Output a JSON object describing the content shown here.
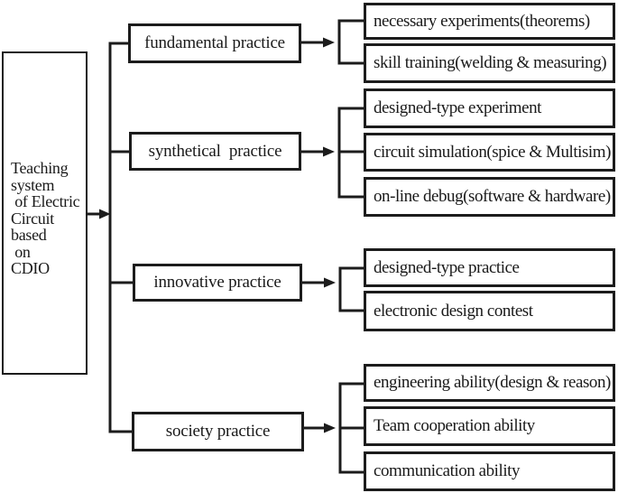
{
  "colors": {
    "line": "#1c1c1c",
    "text": "#1a1a1a",
    "background": "#ffffff",
    "box_fill": "#ffffff"
  },
  "root": {
    "label": "Teaching\nsystem\n of Electric\nCircuit\nbased\n on\nCDIO"
  },
  "groups": [
    {
      "label": "fundamental practice",
      "children": [
        "necessary experiments(theorems)",
        "skill training(welding & measuring)"
      ]
    },
    {
      "label": "synthetical  practice",
      "children": [
        "designed-type experiment",
        "circuit simulation(spice & Multisim)",
        "on-line debug(software & hardware)"
      ]
    },
    {
      "label": "innovative practice",
      "children": [
        "designed-type practice",
        "electronic design contest"
      ]
    },
    {
      "label": "society practice",
      "children": [
        "engineering ability(design & reason)",
        "Team cooperation ability",
        "communication ability"
      ]
    }
  ]
}
